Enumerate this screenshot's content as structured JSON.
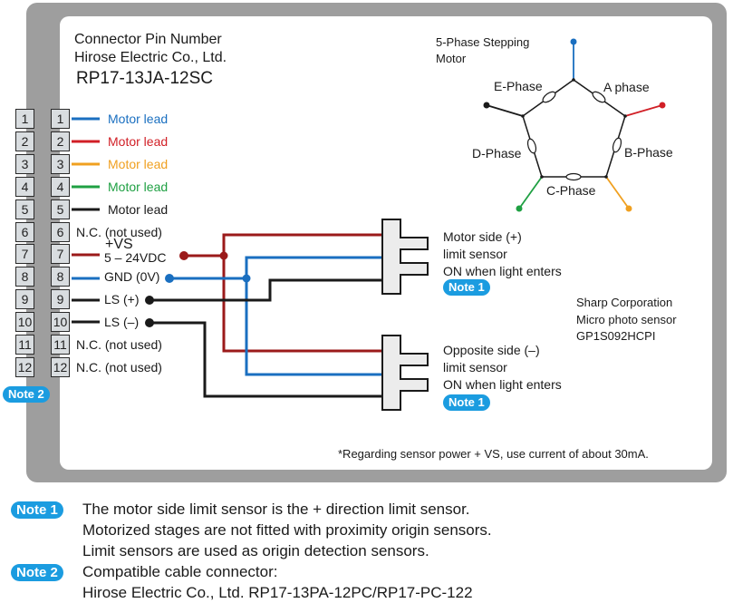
{
  "header": {
    "line1": "Connector Pin Number",
    "line2": "Hirose Electric Co., Ltd.",
    "part_number": "RP17-13JA-12SC"
  },
  "motor": {
    "title_line1": "5-Phase Stepping",
    "title_line2": "Motor",
    "phases": {
      "a": "A phase",
      "b": "B-Phase",
      "c": "C-Phase",
      "d": "D-Phase",
      "e": "E-Phase"
    }
  },
  "pins": [
    {
      "number": "1",
      "label": "Motor lead",
      "color": "#1a6fc0"
    },
    {
      "number": "2",
      "label": "Motor lead",
      "color": "#d11f26"
    },
    {
      "number": "3",
      "label": "Motor lead",
      "color": "#f0a020"
    },
    {
      "number": "4",
      "label": "Motor lead",
      "color": "#1fa043"
    },
    {
      "number": "5",
      "label": "Motor lead",
      "color": "#1a1a1a"
    },
    {
      "number": "6",
      "label": "N.C. (not used)",
      "color": "#1a1a1a"
    },
    {
      "number": "7",
      "label": "+VS",
      "label2": "5 – 24VDC",
      "color": "#9b1a1a"
    },
    {
      "number": "8",
      "label": "GND (0V)",
      "color": "#1a6fc0"
    },
    {
      "number": "9",
      "label": "LS (+)",
      "color": "#1a1a1a"
    },
    {
      "number": "10",
      "label": "LS (–)",
      "color": "#1a1a1a"
    },
    {
      "number": "11",
      "label": "N.C. (not used)",
      "color": "#1a1a1a"
    },
    {
      "number": "12",
      "label": "N.C. (not used)",
      "color": "#1a1a1a"
    }
  ],
  "sensors": {
    "motor_side": {
      "line1": "Motor side (+)",
      "line2": "limit sensor",
      "line3": "ON when light enters",
      "badge": "Note 1"
    },
    "opposite_side": {
      "line1": "Opposite side (–)",
      "line2": "limit sensor",
      "line3": "ON when light enters",
      "badge": "Note 1"
    },
    "part": {
      "line1": "Sharp Corporation",
      "line2": "Micro photo sensor",
      "line3": "GP1S092HCPI"
    }
  },
  "connector_badge": "Note 2",
  "footnote": "*Regarding sensor power + VS, use current of about 30mA.",
  "notes": [
    {
      "badge": "Note 1",
      "lines": [
        "The motor side limit sensor is the + direction limit sensor.",
        "Motorized stages are not fitted with proximity origin sensors.",
        "Limit sensors are used as origin detection sensors."
      ]
    },
    {
      "badge": "Note 2",
      "lines": [
        "Compatible cable connector:",
        "Hirose Electric Co., Ltd.  RP17-13PA-12PC/RP17-PC-122"
      ]
    }
  ],
  "colors": {
    "badge": "#1b9ce0",
    "frame": "#9e9e9e",
    "wire_red": "#9b1a1a",
    "wire_blue": "#1a6fc0",
    "wire_black": "#1a1a1a"
  }
}
